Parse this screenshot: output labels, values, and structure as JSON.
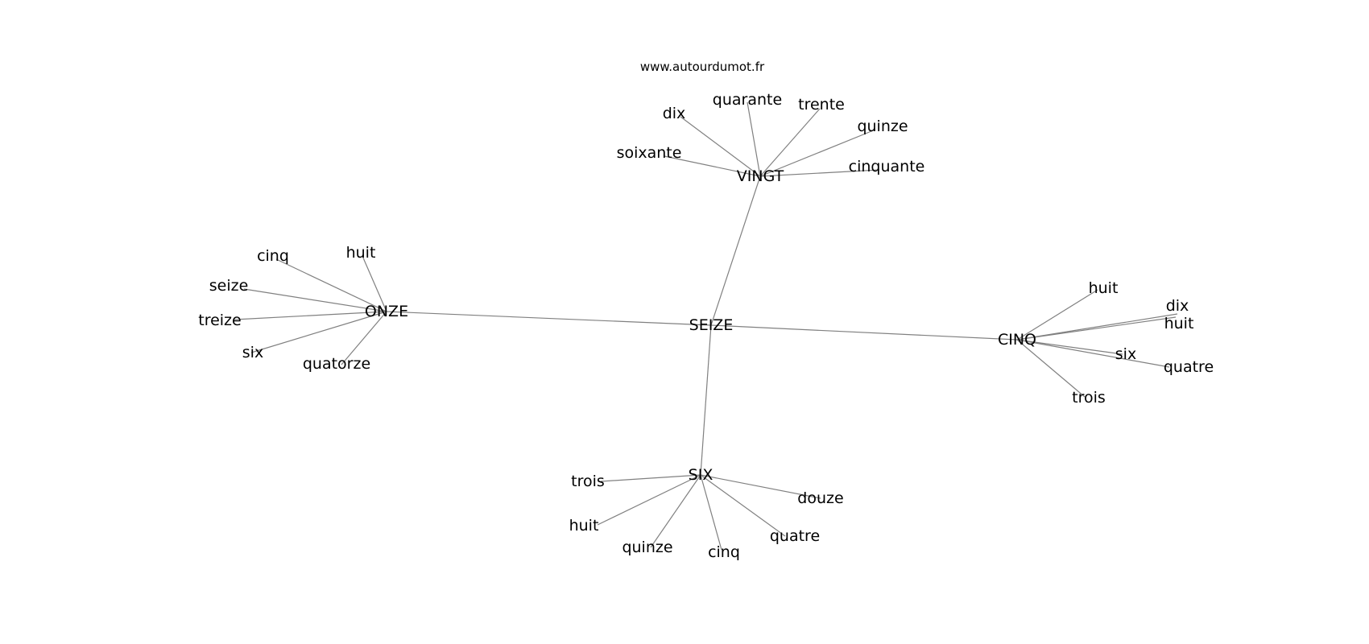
{
  "site": "www.autourdumot.fr",
  "center": "SEIZE",
  "branches": [
    {
      "label": "VINGT",
      "leaves": [
        "soixante",
        "dix",
        "quarante",
        "trente",
        "quinze",
        "cinquante"
      ]
    },
    {
      "label": "ONZE",
      "leaves": [
        "cinq",
        "huit",
        "seize",
        "treize",
        "six",
        "quatorze"
      ]
    },
    {
      "label": "CINQ",
      "leaves": [
        "huit",
        "dix",
        "huit",
        "six",
        "quatre",
        "trois"
      ]
    },
    {
      "label": "SIX",
      "leaves": [
        "trois",
        "huit",
        "quinze",
        "cinq",
        "quatre",
        "douze"
      ]
    }
  ]
}
